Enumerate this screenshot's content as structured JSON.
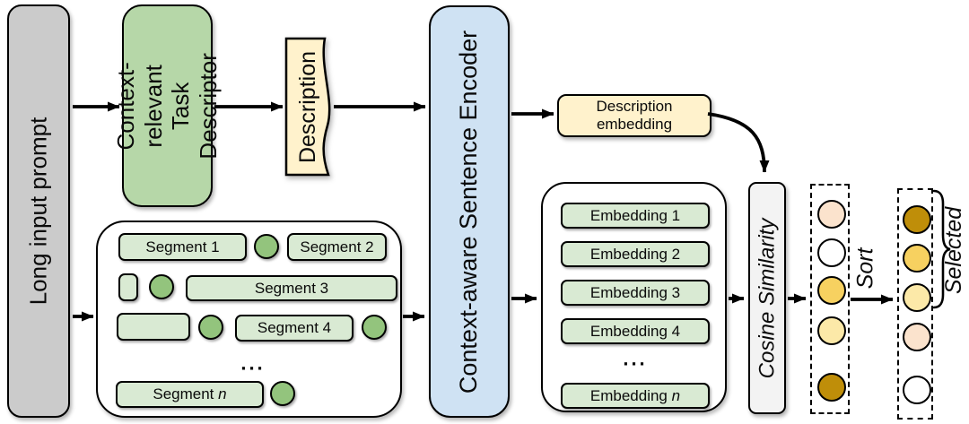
{
  "nodes": {
    "long_input_prompt": "Long input prompt",
    "task_descriptor": "Context-relevant Task Descriptor",
    "description": "Description",
    "encoder": "Context-aware Sentence Encoder",
    "description_embedding": "Description embedding",
    "cosine_similarity": "Cosine Similarity"
  },
  "labels": {
    "sort": "Sort",
    "selected": "Selected",
    "ellipsis": "..."
  },
  "segments": {
    "items": [
      "Segment 1",
      "Segment 2",
      "Segment 3",
      "Segment 4"
    ],
    "nth_prefix": "Segment",
    "nth_symbol": "n"
  },
  "embeddings": {
    "items": [
      "Embedding 1",
      "Embedding 2",
      "Embedding 3",
      "Embedding 4"
    ],
    "nth_prefix": "Embedding",
    "nth_symbol": "n"
  },
  "similarity": {
    "unsorted_order": [
      "peach",
      "white",
      "gold",
      "pale_yellow",
      "dark_gold"
    ],
    "sorted_order": [
      "dark_gold",
      "gold",
      "pale_yellow",
      "peach",
      "white"
    ],
    "selected_count": 3
  },
  "palette": {
    "long_prompt_fill": "#cbcbcb",
    "task_descriptor_fill": "#b6d7a8",
    "description_fill": "#fff2cc",
    "encoder_fill": "#cfe2f3",
    "segment_fill": "#d9ead3",
    "segment_circle_fill": "#93c47d",
    "cosine_fill": "#f3f3f3",
    "circle_colors": {
      "peach": "#fbe3cd",
      "white": "#ffffff",
      "gold": "#f7d160",
      "pale_yellow": "#fce9a8",
      "dark_gold": "#bf8e09"
    }
  }
}
